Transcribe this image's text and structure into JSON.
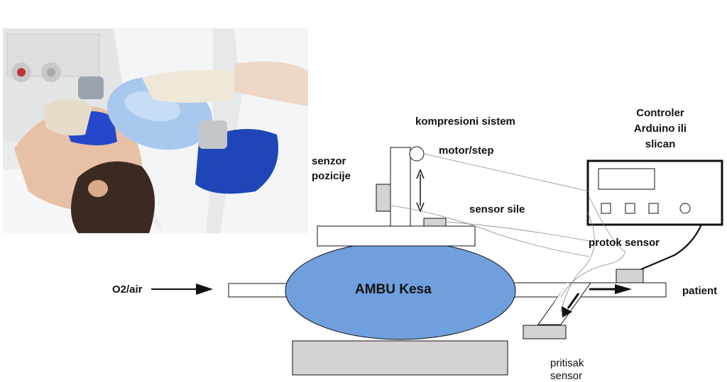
{
  "photo": {
    "description_icon": "photo-icon"
  },
  "labels": {
    "kompresioni": "kompresioni sistem",
    "motor": "motor/step",
    "senzor_line1": "senzor",
    "senzor_line2": "pozicije",
    "sensor_sile": "sensor sile",
    "controler_line1": "Controler",
    "controler_line2": "Arduino ili",
    "controler_line3": "slican",
    "protok": "protok sensor",
    "o2": "O2/air",
    "ambu": "AMBU Kesa",
    "patient": "patient",
    "pritisak_line1": "pritisak",
    "pritisak_line2": "sensor"
  },
  "colors": {
    "bag": "#6f9fdd",
    "grey_block": "#d3d3d3",
    "line": "#111111"
  }
}
